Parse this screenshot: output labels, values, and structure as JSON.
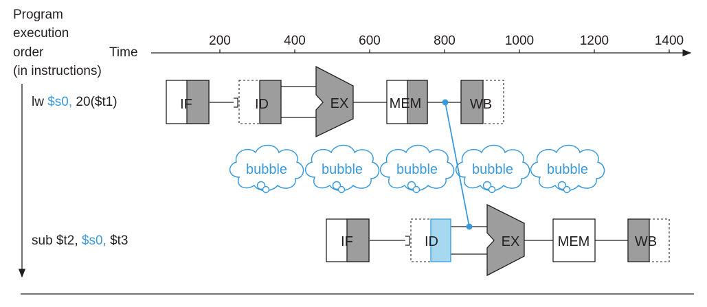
{
  "header": {
    "order_label_lines": [
      "Program",
      "execution",
      "order",
      "(in instructions)"
    ],
    "time_label": "Time",
    "time_ticks": [
      "200",
      "400",
      "600",
      "800",
      "1000",
      "1200",
      "1400"
    ]
  },
  "instructions": [
    {
      "parts": [
        {
          "text": "lw ",
          "highlight": false
        },
        {
          "text": "$s0,",
          "highlight": true
        },
        {
          "text": " 20($t1)",
          "highlight": false
        }
      ],
      "stages": [
        "IF",
        "ID",
        "EX",
        "MEM",
        "WB"
      ]
    },
    {
      "parts": [
        {
          "text": "sub $t2, ",
          "highlight": false
        },
        {
          "text": "$s0,",
          "highlight": true
        },
        {
          "text": " $t3",
          "highlight": false
        }
      ],
      "stages": [
        "IF",
        "ID",
        "EX",
        "MEM",
        "WB"
      ]
    }
  ],
  "bubbles": [
    "bubble",
    "bubble",
    "bubble",
    "bubble",
    "bubble"
  ],
  "colors": {
    "text": "#231f20",
    "accent": "#3a9ad9",
    "stage_fill": "#9d9d9d",
    "highlight_fill": "#a6d8f0"
  }
}
